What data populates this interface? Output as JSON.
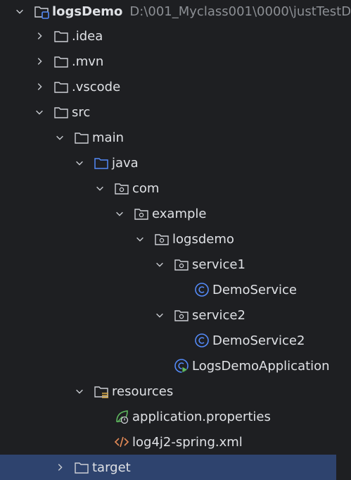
{
  "project": {
    "name": "logsDemo",
    "path": "D:\\001_Myclass001\\0000\\justTestD"
  },
  "tree": {
    "idea": ".idea",
    "mvn": ".mvn",
    "vscode": ".vscode",
    "src": "src",
    "main": "main",
    "java": "java",
    "com": "com",
    "example": "example",
    "logsdemo": "logsdemo",
    "service1": "service1",
    "demo_service": "DemoService",
    "service2": "service2",
    "demo_service2": "DemoService2",
    "app": "LogsDemoApplication",
    "resources": "resources",
    "app_props": "application.properties",
    "log4j2": "log4j2-spring.xml",
    "target": "target"
  },
  "colors": {
    "background": "#1e1f22",
    "selection": "#2e436e",
    "text": "#dfe1e5",
    "path_text": "#8c8f94",
    "java_blue": "#548af7",
    "class_blue": "#548af7",
    "spring_green": "#5fb85f",
    "xml_orange": "#e08855",
    "resource_yellow": "#d6a848"
  },
  "icons": {
    "expanded": "chevron-down-icon",
    "collapsed": "chevron-right-icon",
    "module": "module-folder-icon",
    "folder": "folder-icon",
    "source_root": "source-root-folder-icon",
    "package": "package-folder-icon",
    "resources_root": "resources-root-folder-icon",
    "class": "class-icon",
    "spring_app": "spring-boot-app-icon",
    "properties": "spring-properties-icon",
    "xml": "xml-file-icon"
  }
}
